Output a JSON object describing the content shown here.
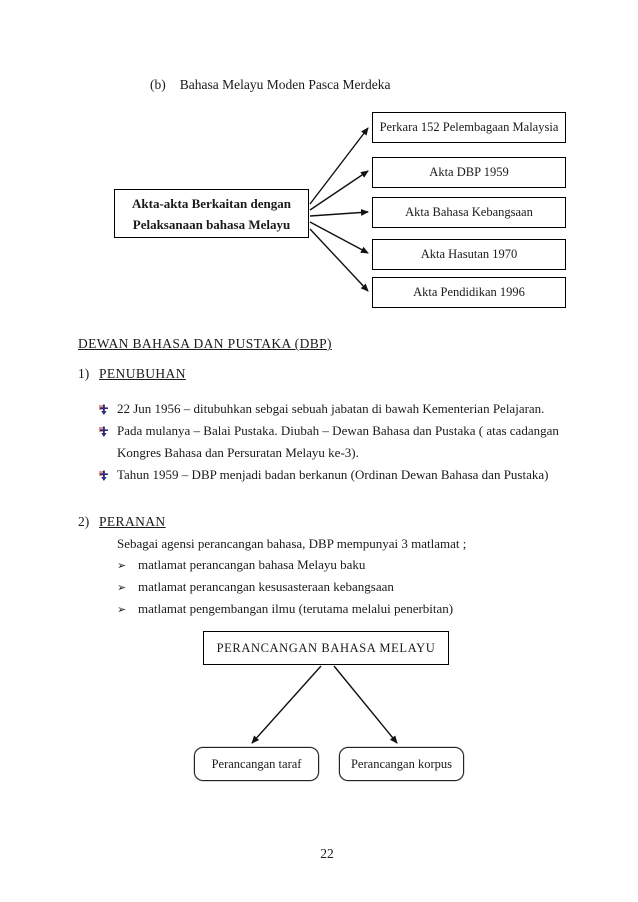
{
  "page": {
    "section_label": "(b)",
    "title": "Bahasa Melayu Moden Pasca Merdeka",
    "number": "22"
  },
  "colors": {
    "ink": "#1a1a1a",
    "bullet_navy": "#2b2b80",
    "bullet_salmon": "#e0988a"
  },
  "acts_diagram": {
    "source_line1": "Akta-akta Berkaitan dengan",
    "source_line2": "Pelaksanaan bahasa Melayu",
    "targets": [
      "Perkara 152 Pelembagaan Malaysia",
      "Akta DBP 1959",
      "Akta Bahasa Kebangsaan",
      "Akta Hasutan 1970",
      "Akta Pendidikan 1996"
    ]
  },
  "dbp_section": {
    "heading": "DEWAN BAHASA DAN PUSTAKA (DBP)",
    "item1_num": "1)",
    "item1_title": "PENUBUHAN",
    "bullets": {
      "b1": "22 Jun 1956 – ditubuhkan sebgai sebuah jabatan di bawah Kementerian Pelajaran.",
      "b2_line1": "Pada mulanya – Balai Pustaka. Diubah – Dewan Bahasa dan Pustaka ( atas cadangan",
      "b2_line2": "Kongres Bahasa dan Persuratan Melayu ke-3).",
      "b3": "Tahun 1959 – DBP menjadi badan berkanun (Ordinan Dewan Bahasa dan Pustaka)"
    },
    "item2_num": "2)",
    "item2_title": "PERANAN",
    "peranan_intro": "Sebagai agensi perancangan bahasa, DBP mempunyai 3 matlamat ;",
    "arrow_marker": "➢",
    "matlamat": [
      "matlamat perancangan bahasa Melayu baku",
      "matlamat perancangan kesusasteraan kebangsaan",
      "matlamat pengembangan ilmu (terutama melalui penerbitan)"
    ]
  },
  "planning_diagram": {
    "root": "PERANCANGAN BAHASA MELAYU",
    "children": [
      "Perancangan taraf",
      "Perancangan korpus"
    ]
  }
}
